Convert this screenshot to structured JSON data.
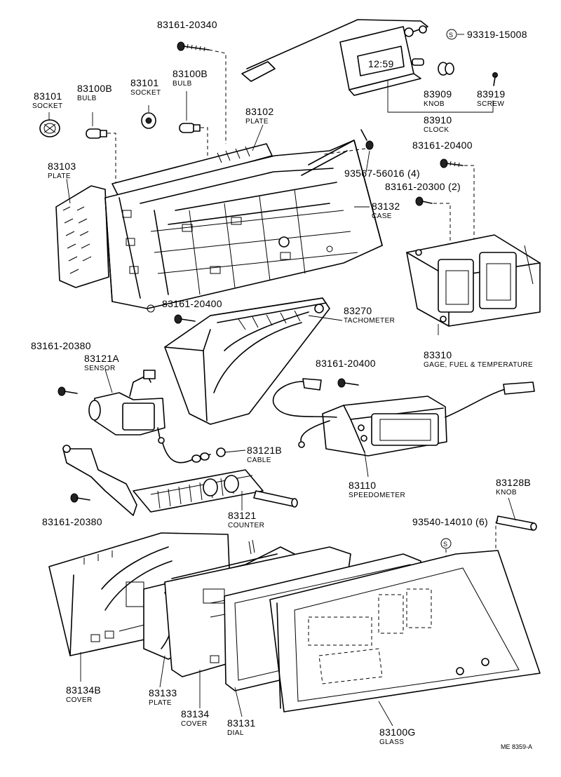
{
  "labels": {
    "p1": {
      "num": "83161-20340",
      "name": ""
    },
    "p2": {
      "num": "93319-15008",
      "name": ""
    },
    "p3": {
      "num": "83101",
      "name": "SOCKET"
    },
    "p4": {
      "num": "83100B",
      "name": "BULB"
    },
    "p5": {
      "num": "83101",
      "name": "SOCKET"
    },
    "p6": {
      "num": "83100B",
      "name": "BULB"
    },
    "p7": {
      "num": "83909",
      "name": "KNOB"
    },
    "p8": {
      "num": "83919",
      "name": "SCREW"
    },
    "p9": {
      "num": "83910",
      "name": "CLOCK"
    },
    "p10": {
      "num": "83102",
      "name": "PLATE"
    },
    "p11": {
      "num": "83161-20400",
      "name": ""
    },
    "p12": {
      "num": "83103",
      "name": "PLATE"
    },
    "p13": {
      "num": "93567-56016 (4)",
      "name": ""
    },
    "p14": {
      "num": "83161-20300 (2)",
      "name": ""
    },
    "p15": {
      "num": "83132",
      "name": "CASE"
    },
    "p16": {
      "num": "83161-20400",
      "name": ""
    },
    "p17": {
      "num": "83270",
      "name": "TACHOMETER"
    },
    "p18": {
      "num": "83310",
      "name": "GAGE, FUEL & TEMPERATURE"
    },
    "p19": {
      "num": "83161-20380",
      "name": ""
    },
    "p20": {
      "num": "83121A",
      "name": "SENSOR"
    },
    "p21": {
      "num": "83161-20400",
      "name": ""
    },
    "p22": {
      "num": "83121B",
      "name": "CABLE"
    },
    "p23": {
      "num": "83110",
      "name": "SPEEDOMETER"
    },
    "p24": {
      "num": "83128B",
      "name": "KNOB"
    },
    "p25": {
      "num": "83161-20380",
      "name": ""
    },
    "p26": {
      "num": "83121",
      "name": "COUNTER"
    },
    "p27": {
      "num": "93540-14010 (6)",
      "name": ""
    },
    "p28": {
      "num": "83134B",
      "name": "COVER"
    },
    "p29": {
      "num": "83133",
      "name": "PLATE"
    },
    "p30": {
      "num": "83134",
      "name": "COVER"
    },
    "p31": {
      "num": "83131",
      "name": "DIAL"
    },
    "p32": {
      "num": "83100G",
      "name": "GLASS"
    }
  },
  "clock_display": "12:59",
  "std_part_symbol": "S",
  "figure_ref": "ME 8359-A",
  "icons": [
    "screw-icon",
    "bulb-icon",
    "socket-icon",
    "knob-icon",
    "std-part-symbol-icon"
  ]
}
